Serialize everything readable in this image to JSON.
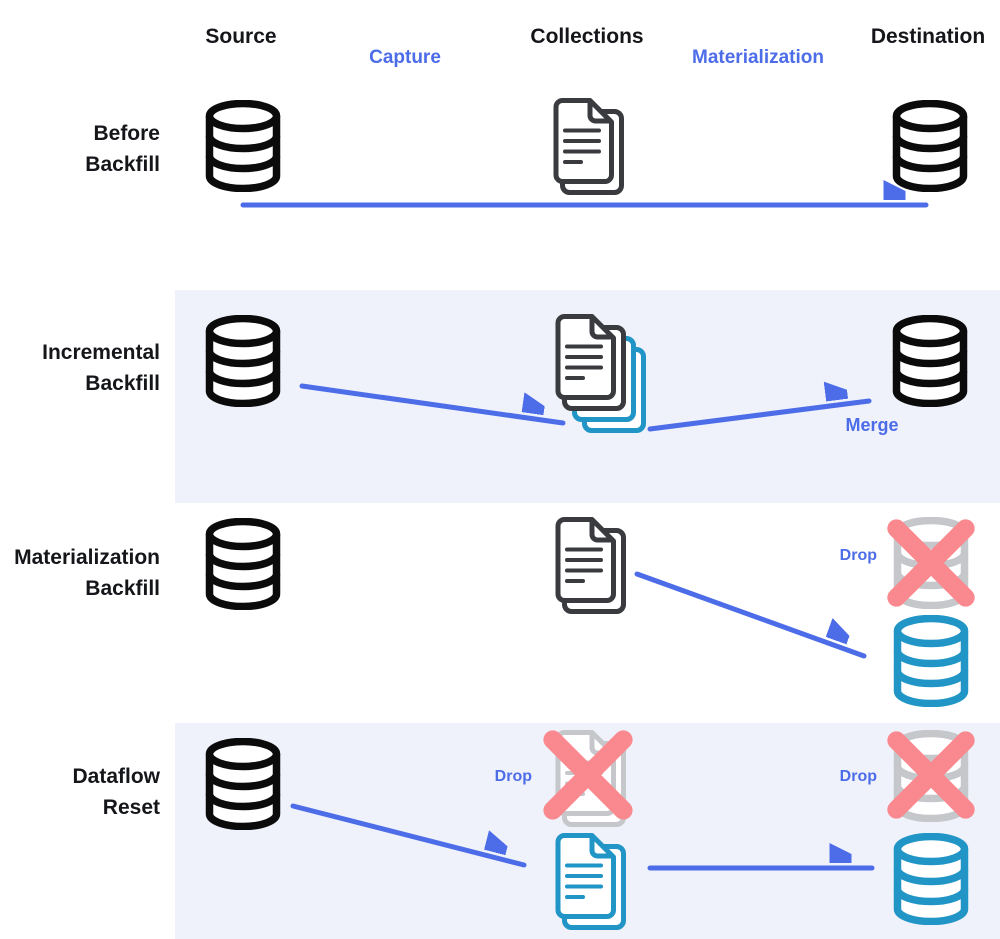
{
  "header": {
    "columns": [
      {
        "label": "Source"
      },
      {
        "label": "Collections"
      },
      {
        "label": "Destination"
      }
    ],
    "stages": [
      {
        "label": "Capture"
      },
      {
        "label": "Materialization"
      }
    ]
  },
  "rows": [
    {
      "label": "Before\nBackfill"
    },
    {
      "label": "Incremental\nBackfill",
      "merge_label": "Merge"
    },
    {
      "label": "Materialization\nBackfill",
      "drop_label": "Drop"
    },
    {
      "label": "Dataflow\nReset",
      "collection_drop_label": "Drop",
      "destination_drop_label": "Drop"
    }
  ],
  "icons": {
    "database": "database-icon",
    "documents": "document-stack-icon",
    "x_mark": "x-mark-icon",
    "arrow": "flow-arrow-icon"
  },
  "colors": {
    "accent": "#4D6CE8",
    "teal": "#2095C6",
    "doc_gray": "#3A3B3F",
    "dropped_gray": "#C5C7CB",
    "x_pink": "#F9898E",
    "band_bg": "#EFF2FB",
    "icon_black": "#0B0B0C",
    "label_black": "#15161A"
  }
}
